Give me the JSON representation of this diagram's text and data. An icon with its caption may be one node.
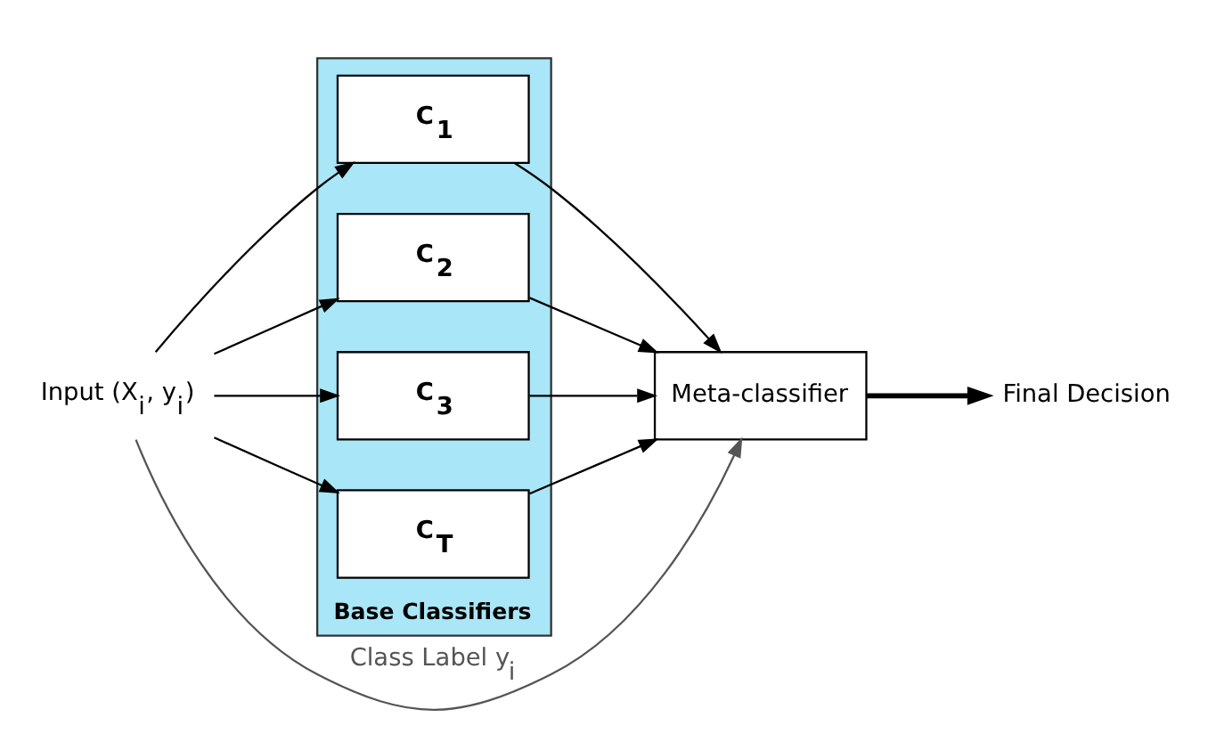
{
  "diagram": {
    "nodes": [
      {
        "text": [
          "Input (X$_{i}$, y$_{i}$)"
        ]
      },
      {
        "text": [
          "Base Classifiers"
        ]
      },
      {
        "text": [
          "C$_{1}$"
        ],
        "in": 1
      },
      {
        "text": [
          "C$_{2}$"
        ],
        "in": 1
      },
      {
        "text": [
          "C$_{3}$"
        ],
        "in": 1
      },
      {
        "text": [
          "C$_{T}$"
        ],
        "in": 1
      },
      {
        "text": [
          "Meta-classifier"
        ]
      },
      {
        "text": [
          "Final Decision"
        ]
      }
    ],
    "edges": [
      {
        "from": 0,
        "to": 2,
        "arrow": "to"
      },
      {
        "from": 0,
        "to": 3,
        "arrow": "to"
      },
      {
        "from": 0,
        "to": 4,
        "arrow": "to"
      },
      {
        "from": 0,
        "to": 5,
        "arrow": "to"
      },
      {
        "from": 2,
        "to": 6,
        "arrow": "to"
      },
      {
        "from": 3,
        "to": 6,
        "arrow": "to"
      },
      {
        "from": 4,
        "to": 6,
        "arrow": "to"
      },
      {
        "from": 5,
        "to": 6,
        "arrow": "to"
      },
      {
        "from": 6,
        "to": 7,
        "arrow": "to",
        "style": "thick"
      },
      {
        "from": 0,
        "to": 6,
        "arrow": "to",
        "label": "Class Label y$_{i}$",
        "color": "#555555"
      }
    ]
  }
}
